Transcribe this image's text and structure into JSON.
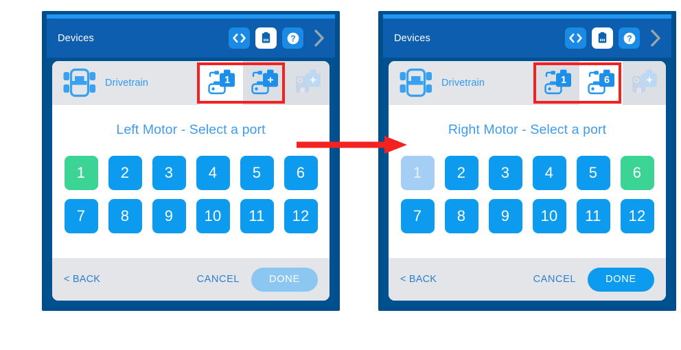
{
  "theme": {
    "panel_border": "#004f8c",
    "titlebar_bg": "#0d5eae",
    "accent_blue": "#0d9bf0",
    "selected_green": "#3bd494",
    "disabled_blue": "#a5cef4",
    "link_blue": "#2b7fd0",
    "card_gray": "#e3e5e9",
    "highlight_red": "#f42121",
    "arrow_red": "#f42121"
  },
  "panels": [
    {
      "id": "left",
      "titlebar": {
        "title": "Devices",
        "icons": [
          {
            "name": "code-icon",
            "glyph": "<>",
            "active": false
          },
          {
            "name": "device-port-icon",
            "glyph": "port",
            "active": true
          },
          {
            "name": "help-icon",
            "glyph": "?",
            "active": false
          }
        ],
        "chevron": "chevron-right-icon"
      },
      "device": {
        "icon": "drivetrain-icon",
        "name": "Drivetrain",
        "chips": [
          {
            "name": "motor-port-chip",
            "badge": "1",
            "state": "selected"
          },
          {
            "name": "motor-add-chip",
            "badge": "+",
            "state": "unselected"
          },
          {
            "name": "sensor-add-chip",
            "badge": "+",
            "state": "ghost"
          }
        ]
      },
      "prompt": "Left Motor - Select a port",
      "ports": [
        {
          "label": "1",
          "state": "selected"
        },
        {
          "label": "2",
          "state": "normal"
        },
        {
          "label": "3",
          "state": "normal"
        },
        {
          "label": "4",
          "state": "normal"
        },
        {
          "label": "5",
          "state": "normal"
        },
        {
          "label": "6",
          "state": "normal"
        },
        {
          "label": "7",
          "state": "normal"
        },
        {
          "label": "8",
          "state": "normal"
        },
        {
          "label": "9",
          "state": "normal"
        },
        {
          "label": "10",
          "state": "normal"
        },
        {
          "label": "11",
          "state": "normal"
        },
        {
          "label": "12",
          "state": "normal"
        }
      ],
      "footer": {
        "back": "< BACK",
        "cancel": "CANCEL",
        "done": "DONE",
        "done_enabled": false
      }
    },
    {
      "id": "right",
      "titlebar": {
        "title": "Devices",
        "icons": [
          {
            "name": "code-icon",
            "glyph": "<>",
            "active": false
          },
          {
            "name": "device-port-icon",
            "glyph": "port",
            "active": true
          },
          {
            "name": "help-icon",
            "glyph": "?",
            "active": false
          }
        ],
        "chevron": "chevron-right-icon"
      },
      "device": {
        "icon": "drivetrain-icon",
        "name": "Drivetrain",
        "chips": [
          {
            "name": "motor-port-chip",
            "badge": "1",
            "state": "unselected"
          },
          {
            "name": "motor-port-chip",
            "badge": "6",
            "state": "selected"
          },
          {
            "name": "sensor-add-chip",
            "badge": "+",
            "state": "ghost"
          }
        ]
      },
      "prompt": "Right Motor - Select a port",
      "ports": [
        {
          "label": "1",
          "state": "disabled"
        },
        {
          "label": "2",
          "state": "normal"
        },
        {
          "label": "3",
          "state": "normal"
        },
        {
          "label": "4",
          "state": "normal"
        },
        {
          "label": "5",
          "state": "normal"
        },
        {
          "label": "6",
          "state": "selected"
        },
        {
          "label": "7",
          "state": "normal"
        },
        {
          "label": "8",
          "state": "normal"
        },
        {
          "label": "9",
          "state": "normal"
        },
        {
          "label": "10",
          "state": "normal"
        },
        {
          "label": "11",
          "state": "normal"
        },
        {
          "label": "12",
          "state": "normal"
        }
      ],
      "footer": {
        "back": "< BACK",
        "cancel": "CANCEL",
        "done": "DONE",
        "done_enabled": true
      }
    }
  ],
  "annotation": {
    "arrow": {
      "name": "step-transition-arrow",
      "direction": "right"
    }
  }
}
